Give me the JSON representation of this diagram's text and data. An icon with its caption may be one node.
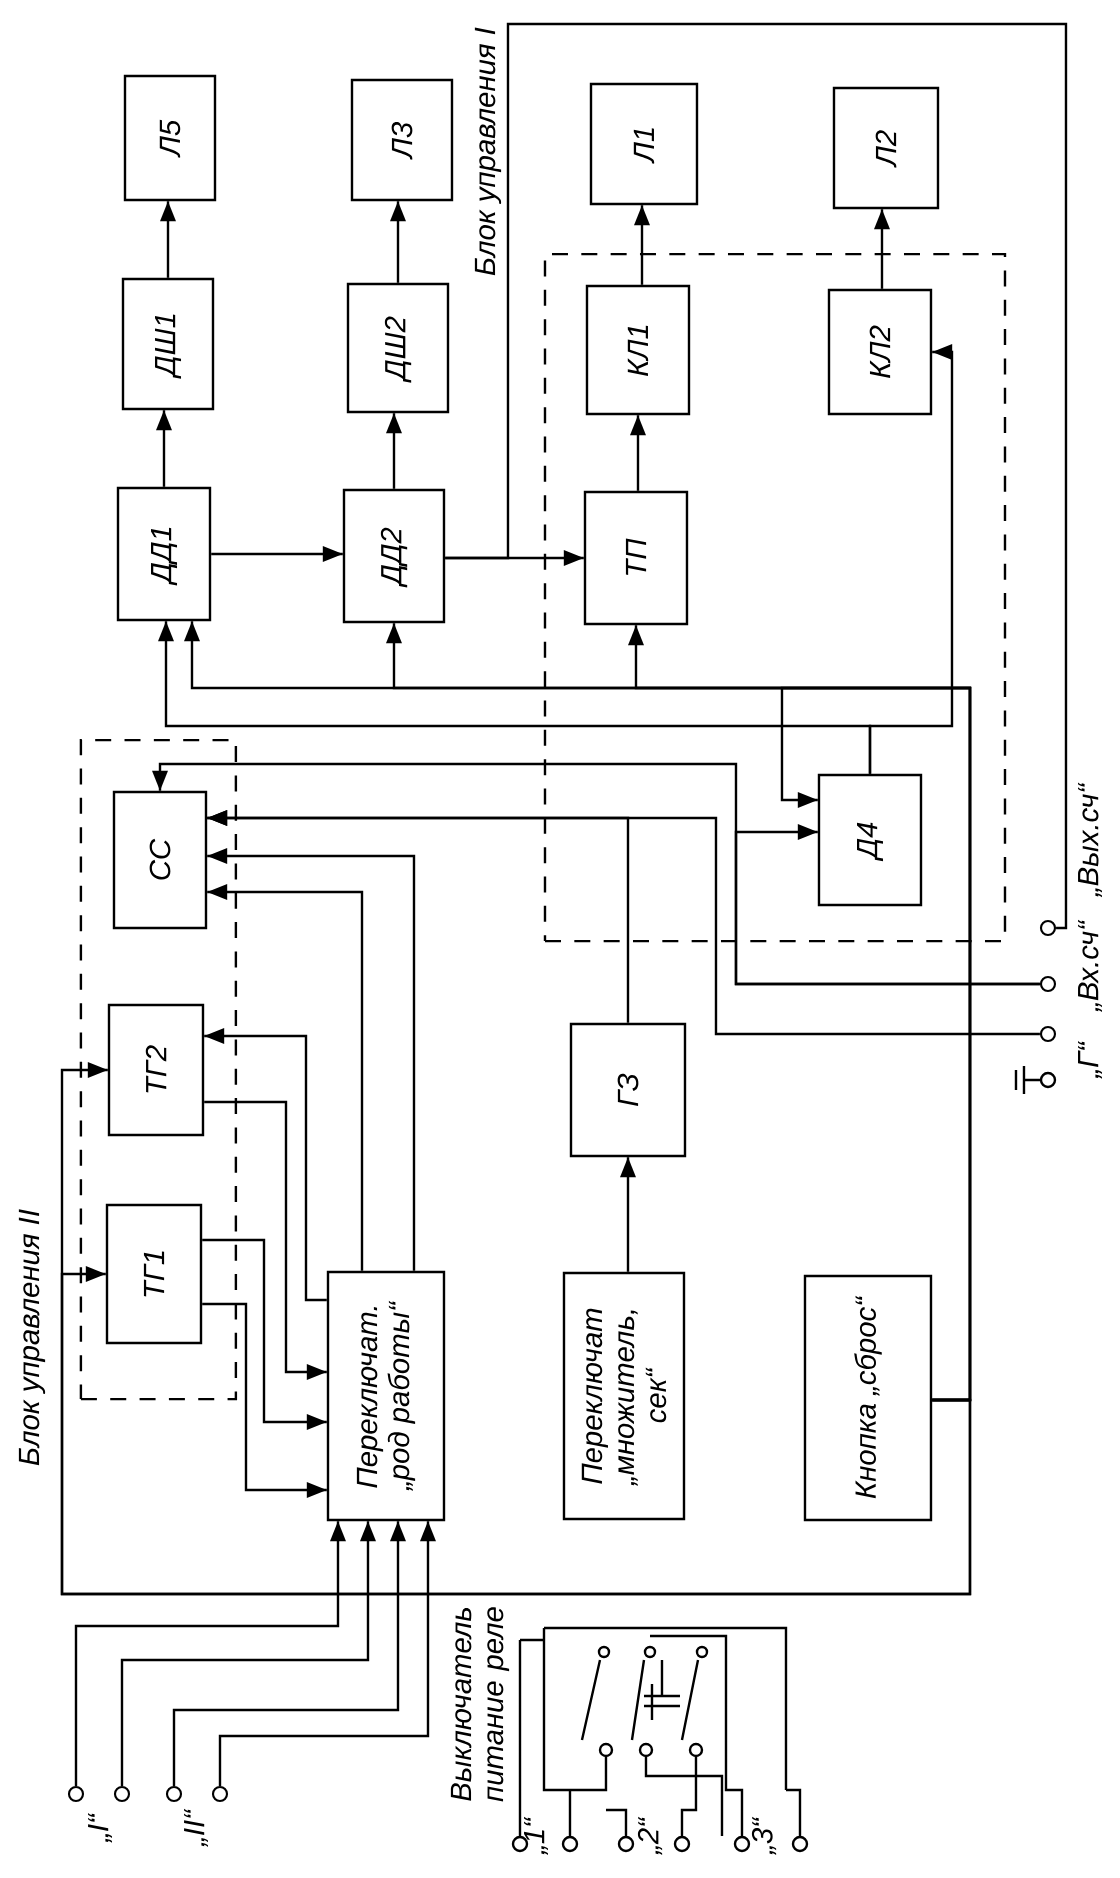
{
  "diagram": {
    "nodes": [
      {
        "text": [
          "Л5"
        ]
      },
      {
        "text": [
          "ДШ1"
        ]
      },
      {
        "text": [
          "ДД1"
        ]
      },
      {
        "text": [
          "Л3"
        ]
      },
      {
        "text": [
          "ДШ2"
        ]
      },
      {
        "text": [
          "ДД2"
        ]
      },
      {
        "text": [
          "Л1"
        ]
      },
      {
        "text": [
          "Блок управления I"
        ]
      },
      {
        "text": [
          "КЛ1"
        ],
        "in": 7
      },
      {
        "text": [
          "ТП"
        ],
        "in": 7
      },
      {
        "text": [
          "Л2"
        ]
      },
      {
        "text": [
          "КЛ2"
        ],
        "in": 7
      },
      {
        "text": [
          "Д4"
        ],
        "in": 7
      },
      {
        "text": [
          "Блок управления II"
        ]
      },
      {
        "text": [
          "СС"
        ],
        "in": 13
      },
      {
        "text": [
          "ТГ2"
        ],
        "in": 13
      },
      {
        "text": [
          "ТГ1"
        ],
        "in": 13
      },
      {
        "text": [
          "Переключат. „род работы“"
        ]
      },
      {
        "text": [
          "ГЗ"
        ]
      },
      {
        "text": [
          "Переключат „множитель, сек“"
        ]
      },
      {
        "text": [
          "Кнопка „сброс“"
        ]
      },
      {
        "text": [],
        "shape": "circle"
      },
      {
        "text": [],
        "shape": "circle"
      },
      {
        "text": [],
        "shape": "circle"
      },
      {
        "text": [],
        "shape": "circle"
      },
      {
        "text": [],
        "shape": "circle"
      },
      {
        "text": [],
        "shape": "circle"
      },
      {
        "text": [],
        "shape": "circle"
      }
    ],
    "edges": [
      {
        "from": 1,
        "to": 0,
        "arrow": "to"
      },
      {
        "from": 2,
        "to": 1,
        "arrow": "to"
      },
      {
        "from": 4,
        "to": 3,
        "arrow": "to"
      },
      {
        "from": 5,
        "to": 4,
        "arrow": "to"
      },
      {
        "from": 2,
        "to": 5,
        "arrow": "to"
      },
      {
        "from": 5,
        "to": 9,
        "arrow": "to"
      },
      {
        "from": 9,
        "to": 8,
        "arrow": "to"
      },
      {
        "from": 8,
        "to": 6,
        "arrow": "to"
      },
      {
        "from": 11,
        "to": 10,
        "arrow": "to"
      },
      {
        "from": 5,
        "to": 21,
        "arrow": "none"
      },
      {
        "from": 12,
        "to": 2,
        "arrow": "to"
      },
      {
        "from": 12,
        "to": 11,
        "arrow": "to"
      },
      {
        "from": 20,
        "to": 2,
        "arrow": "to"
      },
      {
        "from": 20,
        "to": 5,
        "arrow": "to"
      },
      {
        "from": 20,
        "to": 9,
        "arrow": "to"
      },
      {
        "from": 20,
        "to": 12,
        "arrow": "to"
      },
      {
        "from": 20,
        "to": 15,
        "arrow": "to"
      },
      {
        "from": 20,
        "to": 16,
        "arrow": "to"
      },
      {
        "from": 22,
        "to": 14,
        "arrow": "to"
      },
      {
        "from": 22,
        "to": 12,
        "arrow": "to"
      },
      {
        "from": 18,
        "to": 14,
        "arrow": "to"
      },
      {
        "from": 23,
        "to": 14,
        "arrow": "to"
      },
      {
        "from": 19,
        "to": 18,
        "arrow": "to"
      },
      {
        "from": 17,
        "to": 14,
        "arrow": "to"
      },
      {
        "from": 17,
        "to": 14,
        "arrow": "to"
      },
      {
        "from": 17,
        "to": 15,
        "arrow": "to"
      },
      {
        "from": 15,
        "to": 17,
        "arrow": "to"
      },
      {
        "from": 16,
        "to": 17,
        "arrow": "to"
      },
      {
        "from": 16,
        "to": 17,
        "arrow": "to"
      },
      {
        "from": 24,
        "to": 17,
        "arrow": "to"
      },
      {
        "from": 25,
        "to": 17,
        "arrow": "to"
      },
      {
        "from": 26,
        "to": 17,
        "arrow": "to"
      },
      {
        "from": 27,
        "to": 17,
        "arrow": "to"
      }
    ],
    "labels": [
      "„Вых.сч“",
      "„Вх.сч“",
      "„Г“",
      "„I“",
      "„II“",
      "Выключатель питание реле",
      "„1“",
      "„2“",
      "„3“"
    ]
  }
}
